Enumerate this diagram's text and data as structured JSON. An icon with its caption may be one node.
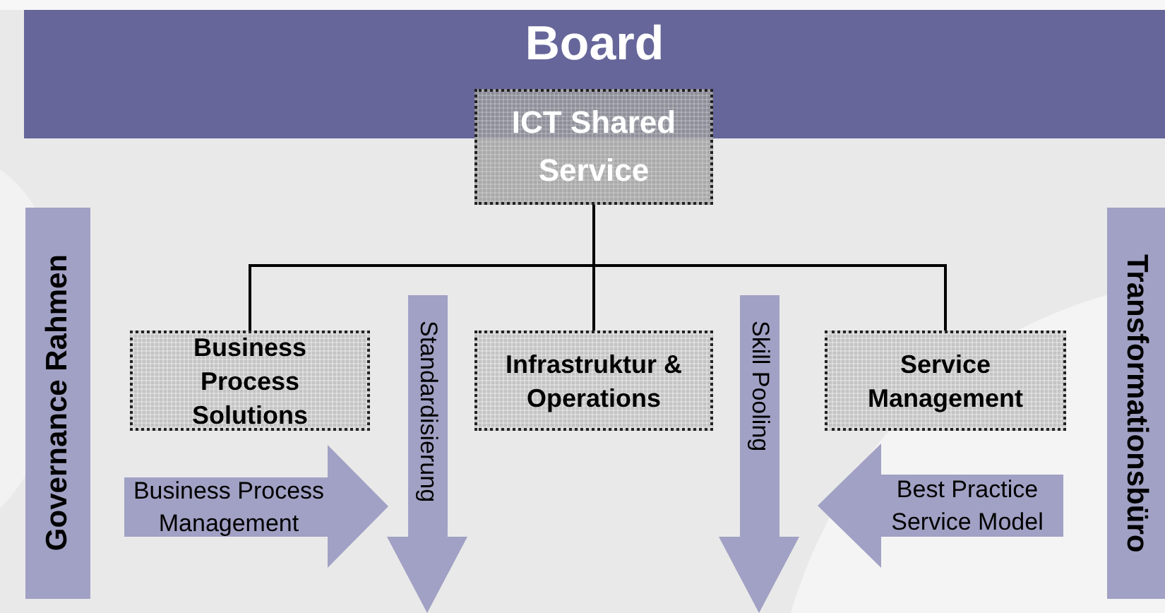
{
  "diagram": {
    "nodes": [
      {
        "text": [
          "Board"
        ]
      },
      {
        "text": [
          "ICT Shared Service"
        ]
      },
      {
        "text": [
          "Governance Rahmen"
        ]
      },
      {
        "text": [
          "Business Process Solutions"
        ]
      },
      {
        "text": [
          "Standardisierung"
        ]
      },
      {
        "text": [
          "Infrastruktur & Operations"
        ]
      },
      {
        "text": [
          "Skill Pooling"
        ]
      },
      {
        "text": [
          "Service Management"
        ]
      },
      {
        "text": [
          "Transformationsbüro"
        ]
      },
      {
        "text": [
          "Business Process Management"
        ]
      },
      {
        "text": [
          "Best Practice Service Model"
        ]
      }
    ],
    "edges": [
      {
        "from": 1,
        "to": 3,
        "arrow": "none"
      },
      {
        "from": 1,
        "to": 5,
        "arrow": "none"
      },
      {
        "from": 1,
        "to": 7,
        "arrow": "none"
      }
    ]
  }
}
